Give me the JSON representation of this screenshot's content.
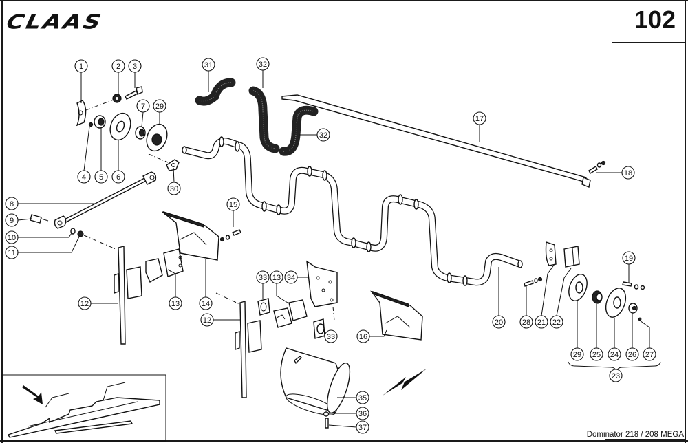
{
  "header": {
    "brand": "CLAAS",
    "page_number": "102"
  },
  "footer": {
    "model": "Dominator 218 / 208 MEGA"
  },
  "callouts": [
    {
      "id": "c1",
      "label": "1"
    },
    {
      "id": "c2",
      "label": "2"
    },
    {
      "id": "c3",
      "label": "3"
    },
    {
      "id": "c4",
      "label": "4"
    },
    {
      "id": "c5",
      "label": "5"
    },
    {
      "id": "c6",
      "label": "6"
    },
    {
      "id": "c7",
      "label": "7"
    },
    {
      "id": "c29a",
      "label": "29"
    },
    {
      "id": "c30",
      "label": "30"
    },
    {
      "id": "c8",
      "label": "8"
    },
    {
      "id": "c9",
      "label": "9"
    },
    {
      "id": "c10",
      "label": "10"
    },
    {
      "id": "c11",
      "label": "11"
    },
    {
      "id": "c12a",
      "label": "12"
    },
    {
      "id": "c13a",
      "label": "13"
    },
    {
      "id": "c14",
      "label": "14"
    },
    {
      "id": "c15",
      "label": "15"
    },
    {
      "id": "c31",
      "label": "31"
    },
    {
      "id": "c32a",
      "label": "32"
    },
    {
      "id": "c32b",
      "label": "32"
    },
    {
      "id": "c17",
      "label": "17"
    },
    {
      "id": "c18",
      "label": "18"
    },
    {
      "id": "c19",
      "label": "19"
    },
    {
      "id": "c20",
      "label": "20"
    },
    {
      "id": "c28",
      "label": "28"
    },
    {
      "id": "c21",
      "label": "21"
    },
    {
      "id": "c22",
      "label": "22"
    },
    {
      "id": "c29b",
      "label": "29"
    },
    {
      "id": "c25",
      "label": "25"
    },
    {
      "id": "c24",
      "label": "24"
    },
    {
      "id": "c26",
      "label": "26"
    },
    {
      "id": "c27",
      "label": "27"
    },
    {
      "id": "c23",
      "label": "23"
    },
    {
      "id": "c12b",
      "label": "12"
    },
    {
      "id": "c33a",
      "label": "33"
    },
    {
      "id": "c13b",
      "label": "13"
    },
    {
      "id": "c34",
      "label": "34"
    },
    {
      "id": "c33b",
      "label": "33"
    },
    {
      "id": "c16",
      "label": "16"
    },
    {
      "id": "c35",
      "label": "35"
    },
    {
      "id": "c36",
      "label": "36"
    },
    {
      "id": "c37",
      "label": "37"
    }
  ]
}
